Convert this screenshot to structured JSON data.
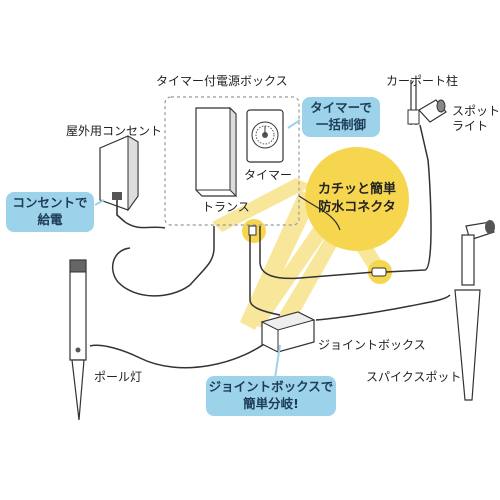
{
  "labels": {
    "timer_power_box": "タイマー付電源ボックス",
    "carport_pillar": "カーポート柱",
    "spotlight": "スポット\nライト",
    "outdoor_outlet": "屋外用コンセント",
    "timer": "タイマー",
    "transformer": "トランス",
    "joint_box": "ジョイントボックス",
    "pole_light": "ポール灯",
    "spike_spot": "スパイクスポット"
  },
  "callouts": {
    "timer_control": "タイマーで\n一括制御",
    "outlet_power": "コンセントで\n給電",
    "joint_split": "ジョイントボックスで\n簡単分岐!",
    "waterproof_connector": "カチッと簡単\n防水コネクタ"
  },
  "colors": {
    "callout_bg": "#9cd3ea",
    "highlight_yellow": "#f7d64f",
    "line": "#333333"
  },
  "icons": [
    "outlet-box",
    "timer-dial",
    "transformer-box",
    "spotlight",
    "pole-light",
    "spike-spot",
    "joint-box"
  ]
}
